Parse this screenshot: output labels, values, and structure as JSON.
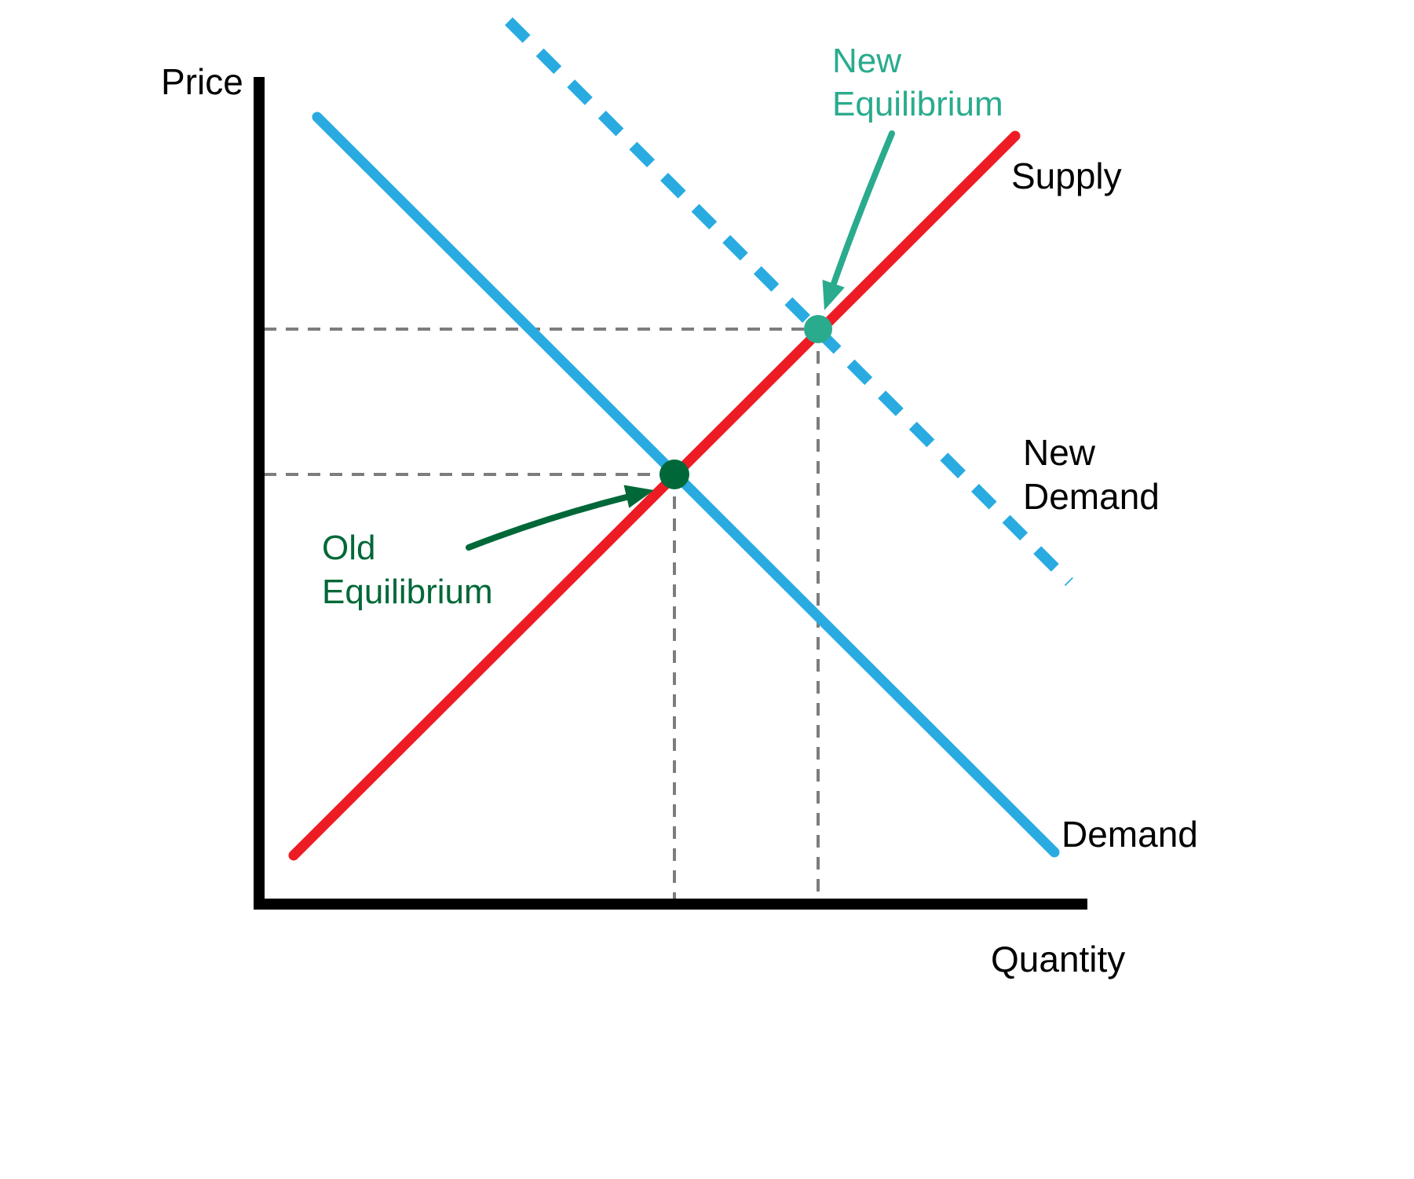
{
  "axes": {
    "y_label": "Price",
    "x_label": "Quantity"
  },
  "lines": {
    "supply": {
      "label": "Supply"
    },
    "demand": {
      "label": "Demand"
    },
    "new_demand": {
      "label_lines": [
        "New",
        "Demand"
      ]
    }
  },
  "points": {
    "old_equilibrium": {
      "label_lines": [
        "Old",
        "Equilibrium"
      ]
    },
    "new_equilibrium": {
      "label_lines": [
        "New",
        "Equilibrium"
      ]
    }
  },
  "colors": {
    "axis": "#000000",
    "text": "#000000",
    "supply": "#ed1c24",
    "demand": "#29abe2",
    "new_demand": "#29abe2",
    "old_equilibrium": "#006838",
    "new_equilibrium": "#2aab8e",
    "guide": "#7d7d7d"
  }
}
